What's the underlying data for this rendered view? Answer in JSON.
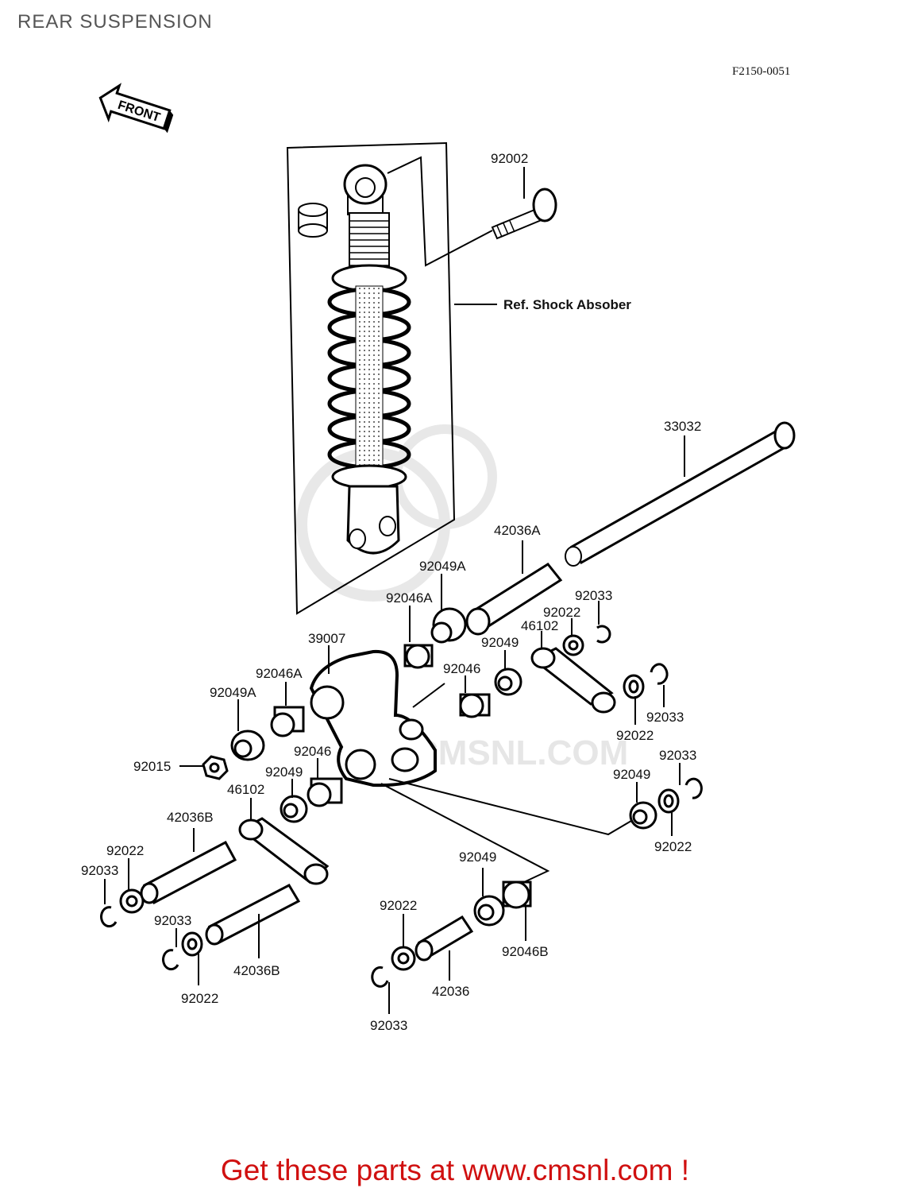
{
  "page": {
    "title": "REAR SUSPENSION",
    "diagram_code": "F2150-0051",
    "footer_text": "Get these parts at www.cmsnl.com !",
    "footer_color": "#d01010"
  },
  "diagram": {
    "front_label": "FRONT",
    "watermark": "CMSNL.COM",
    "ref_label": "Ref. Shock Absober",
    "part_labels": [
      "92002",
      "33032",
      "42036A",
      "92049A",
      "92046A",
      "92033",
      "92022",
      "46102",
      "39007",
      "92049",
      "92046",
      "92046A",
      "92049A",
      "92033",
      "92022",
      "92015",
      "92046",
      "92049",
      "46102",
      "92033",
      "92049",
      "92022",
      "42036B",
      "92022",
      "92033",
      "92049",
      "92022",
      "92033",
      "42036B",
      "92022",
      "92046B",
      "92022",
      "42036",
      "92033"
    ]
  }
}
